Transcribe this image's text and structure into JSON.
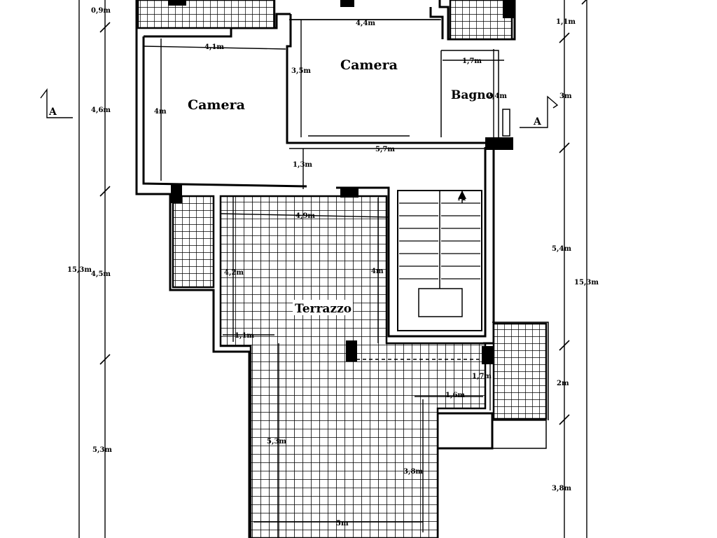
{
  "rooms": {
    "camera_left": "Camera",
    "camera_right": "Camera",
    "bagno": "Bagno",
    "terrazzo": "Terrazzo"
  },
  "section_mark": {
    "left": "A",
    "right": "A",
    "stair": "A"
  },
  "dimensions": {
    "outer_left": {
      "d0": "0,9m",
      "d1": "4,6m",
      "d2": "15,3m",
      "d3": "4,5m",
      "d4": "5,3m"
    },
    "outer_right": {
      "d0": "1,1m",
      "d1": "3m",
      "d2": "5,4m",
      "d3": "15,3m",
      "d4": "2m",
      "d5": "3,8m"
    },
    "camera_left": {
      "width": "4,1m",
      "height": "4m"
    },
    "camera_right": {
      "width": "4,4m",
      "height": "3,5m"
    },
    "bagno": {
      "width": "1,7m",
      "height": "2,4m"
    },
    "corridor": {
      "width": "5,7m",
      "depth": "1,3m"
    },
    "terrace": {
      "width_top": "4,9m",
      "height_left": "4,2m",
      "height_right": "4m",
      "step": "1,1m",
      "lower_left": "5,3m",
      "lower_right": "3,8m",
      "bottom": "5m",
      "side_a": "1,7m",
      "side_b": "1,6m"
    }
  }
}
